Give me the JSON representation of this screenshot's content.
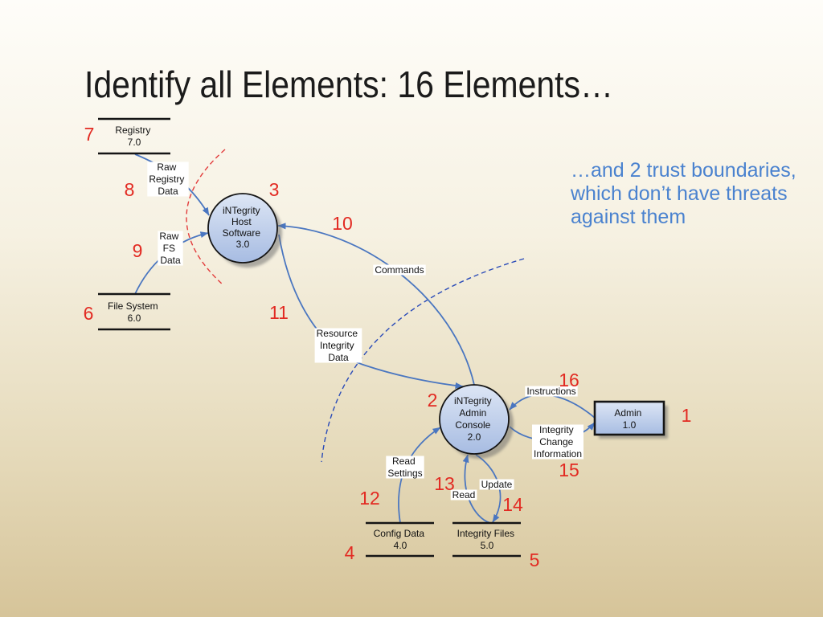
{
  "slide": {
    "title": "Identify all Elements: 16 Elements…",
    "note_lines": [
      "…and 2 trust boundaries,",
      "which don’t have threats",
      "against them"
    ]
  },
  "colors": {
    "title": "#1b1b1b",
    "note": "#4a82cf",
    "number": "#e22a22",
    "flow": "#4a76c0",
    "boundary_host": "#e23b3b",
    "boundary_console": "#2a4bb8",
    "shape_fill_top": "#dde6f5",
    "shape_fill_bottom": "#a7bce2",
    "shape_outline": "#151515"
  },
  "external_entities": {
    "admin": {
      "number": "1",
      "lines": [
        "Admin",
        "1.0"
      ]
    }
  },
  "processes": {
    "admin_console": {
      "number": "2",
      "lines": [
        "iNTegrity",
        "Admin",
        "Console",
        "2.0"
      ]
    },
    "host_software": {
      "number": "3",
      "lines": [
        "iNTegrity",
        "Host",
        "Software",
        "3.0"
      ]
    }
  },
  "data_stores": {
    "config_data": {
      "number": "4",
      "lines": [
        "Config Data",
        "4.0"
      ]
    },
    "integrity_files": {
      "number": "5",
      "lines": [
        "Integrity Files",
        "5.0"
      ]
    },
    "file_system": {
      "number": "6",
      "lines": [
        "File System",
        "6.0"
      ]
    },
    "registry": {
      "number": "7",
      "lines": [
        "Registry",
        "7.0"
      ]
    }
  },
  "data_flows": {
    "raw_registry_data": {
      "number": "8",
      "lines": [
        "Raw",
        "Registry",
        "Data"
      ]
    },
    "raw_fs_data": {
      "number": "9",
      "lines": [
        "Raw",
        "FS",
        "Data"
      ]
    },
    "commands": {
      "number": "10",
      "lines": [
        "Commands"
      ]
    },
    "resource_integrity_data": {
      "number": "11",
      "lines": [
        "Resource",
        "Integrity",
        "Data"
      ]
    },
    "read_settings": {
      "number": "12",
      "lines": [
        "Read",
        "Settings"
      ]
    },
    "read": {
      "number": "13",
      "lines": [
        "Read"
      ]
    },
    "update": {
      "number": "14",
      "lines": [
        "Update"
      ]
    },
    "integrity_change_information": {
      "number": "15",
      "lines": [
        "Integrity",
        "Change",
        "Information"
      ]
    },
    "instructions": {
      "number": "16",
      "lines": [
        "Instructions"
      ]
    }
  }
}
